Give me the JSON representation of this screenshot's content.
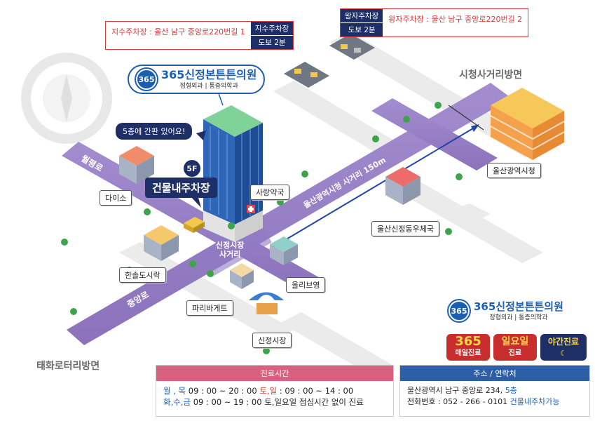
{
  "logo_top": {
    "mark": "365",
    "name": "365신정본튼튼의원",
    "sub": "정형외과 | 통증의학과"
  },
  "logo_bottom": {
    "mark": "365",
    "name": "365신정본튼튼의원",
    "sub": "정형외과 | 통증의학과"
  },
  "parking": {
    "left": {
      "text": "지수주차장 : 울산 남구 중앙로220번길 1",
      "tag_name": "지수주차장",
      "tag_walk": "도보 2분"
    },
    "right": {
      "text": "왕자주차장 : 울산 남구 중앙로220번길 2",
      "tag_name": "왕자주차장",
      "tag_walk": "도보 2분"
    }
  },
  "callouts": {
    "sign": "5층에 간판 있어요!",
    "floor": "5F",
    "building_parking": "건물내주차장"
  },
  "roads": {
    "left": "월평로",
    "bottom": "중앙로",
    "diagonal": "울산광역시청 사거리 150m"
  },
  "intersection": {
    "line1": "신정시장",
    "line2": "사거리"
  },
  "directions": {
    "city_hall": "시청사거리방면",
    "rotary": "태화로터리방면"
  },
  "places": {
    "daiso": "다이소",
    "pharmacy": "사랑약국",
    "city_hall": "울산광역시청",
    "post_office": "울산신정동우체국",
    "hansol": "한솔도시락",
    "olive": "올리브영",
    "paris": "파리바게트",
    "market": "신정시장"
  },
  "badges": {
    "b365_top": "365",
    "b365_bottom": "매일진료",
    "sunday_top": "일요일",
    "sunday_bottom": "진료",
    "night": "야간진료"
  },
  "hours": {
    "header": "진료시간",
    "row1_days": "월 , 목",
    "row1_time": " 09 : 00 ~ 20 : 00 ",
    "row1_weekend": "토,일",
    "row1_weekend_time": " : 09 : 00 ~ 14 : 00",
    "row2_days": "화,수,금",
    "row2_time": " 09 : 00 ~ 19 : 00 ",
    "row2_note": "토,일요일 점심시간 없이 진료"
  },
  "contact": {
    "header": "주소 / 연락처",
    "address": "울산광역시 남구 중앙로 234, ",
    "address_floor": "5층",
    "phone": "전화번호 : 052 - 266 - 0101 ",
    "phone_parking": "건물내주차가능"
  },
  "colors": {
    "road": "#9c84c8",
    "navy": "#1d2f66",
    "red": "#d8393a",
    "blue": "#1b5fb3",
    "pink": "#d9607f",
    "contact_blue": "#2d5fa8"
  }
}
